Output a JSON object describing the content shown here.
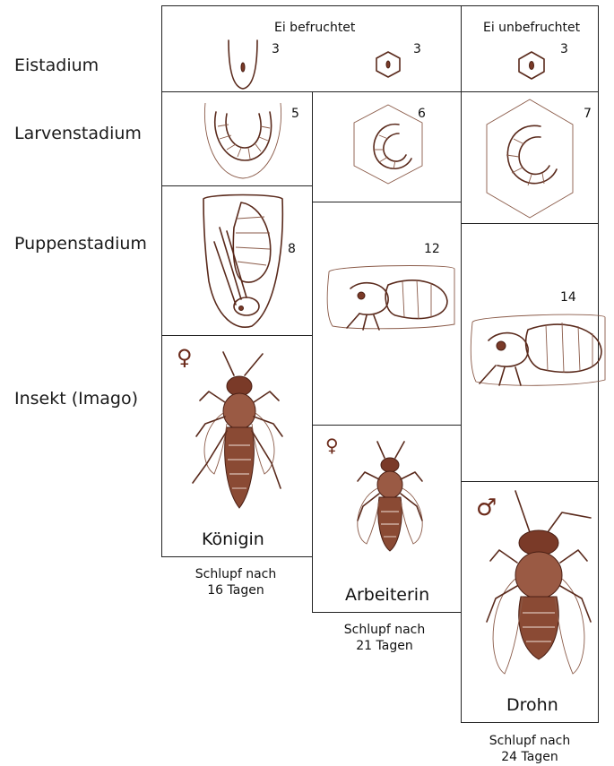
{
  "stages": {
    "egg": "Eistadium",
    "larva": "Larvenstadium",
    "pupa": "Puppenstadium",
    "imago": "Insekt (Imago)"
  },
  "headers": {
    "fertilized": "Ei befruchtet",
    "unfertilized": "Ei unbefruchtet"
  },
  "days": {
    "egg_queen": "3",
    "egg_worker": "3",
    "egg_drone": "3",
    "larva_queen": "5",
    "larva_worker": "6",
    "larva_drone": "7",
    "pupa_queen": "8",
    "pupa_worker": "12",
    "pupa_drone": "14"
  },
  "castes": {
    "queen": "Königin",
    "worker": "Arbeiterin",
    "drone": "Drohn"
  },
  "symbols": {
    "female": "♀",
    "male": "♂"
  },
  "captions": {
    "queen": [
      "Schlupf nach",
      "16 Tagen"
    ],
    "worker": [
      "Schlupf nach",
      "21 Tagen"
    ],
    "drone": [
      "Schlupf nach",
      "24 Tagen"
    ]
  }
}
